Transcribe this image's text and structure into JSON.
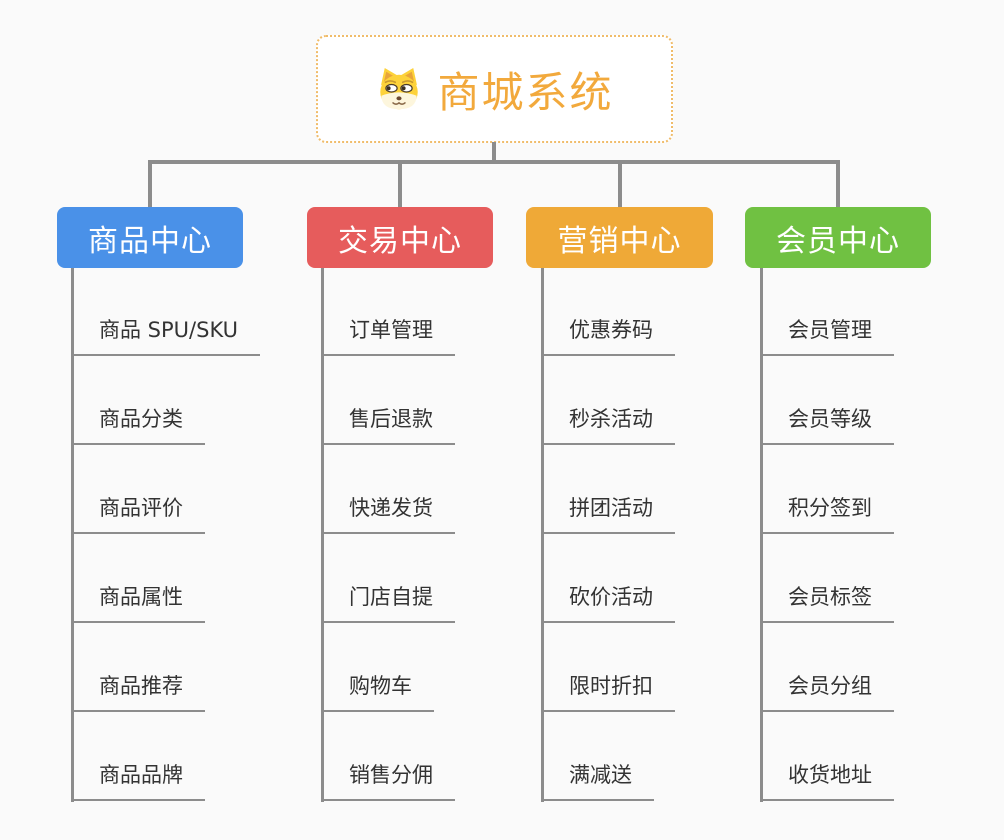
{
  "root": {
    "title": "商城系统",
    "icon": "dog-face"
  },
  "branches": [
    {
      "label": "商品中心",
      "color": "#4a91e8",
      "items": [
        "商品 SPU/SKU",
        "商品分类",
        "商品评价",
        "商品属性",
        "商品推荐",
        "商品品牌"
      ]
    },
    {
      "label": "交易中心",
      "color": "#e65c5c",
      "items": [
        "订单管理",
        "售后退款",
        "快递发货",
        "门店自提",
        "购物车",
        "销售分佣"
      ]
    },
    {
      "label": "营销中心",
      "color": "#efa937",
      "items": [
        "优惠券码",
        "秒杀活动",
        "拼团活动",
        "砍价活动",
        "限时折扣",
        "满减送"
      ]
    },
    {
      "label": "会员中心",
      "color": "#70c142",
      "items": [
        "会员管理",
        "会员等级",
        "积分签到",
        "会员标签",
        "会员分组",
        "收货地址"
      ]
    }
  ],
  "colors": {
    "background": "#fafafa",
    "root_text": "#f2a93c",
    "root_border": "#f0bc6a",
    "connector": "#8c8c8c",
    "child_text": "#333333",
    "branch_text": "#ffffff"
  }
}
